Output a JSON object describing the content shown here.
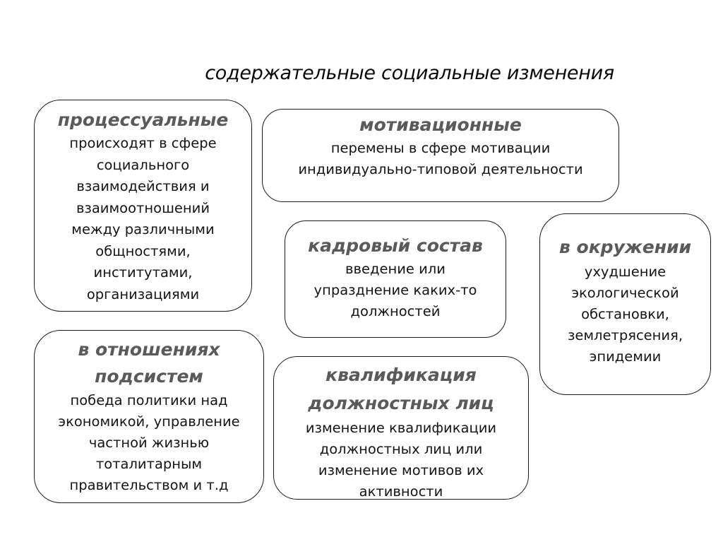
{
  "title": "содержательные социальные изменения",
  "boxes": {
    "process": {
      "heading": "процессуальные",
      "text": "происходят в сфере\nсоциального\nвзаимодействия и\nвзаимоотношений\nмежду различными\nобщностями,\nинститутами,\nорганизациями"
    },
    "motivation": {
      "heading": "мотивационные",
      "text": "перемены в сфере мотивации\nиндивидуально-типовой деятельности"
    },
    "cadre": {
      "heading": "кадровый состав",
      "text": "введение или\nупразднение каких-то\nдолжностей"
    },
    "environment": {
      "heading": "в окружении",
      "text": "ухудшение\nэкологической\nобстановки,\nземлетрясения,\nэпидемии"
    },
    "subsystems": {
      "heading": "в отношениях\nподсистем",
      "text": "победа политики над\nэкономикой, управление\nчастной жизнью\nтоталитарным\nправительством и т.д"
    },
    "qualification": {
      "heading": "квалификация\nдолжностных лиц",
      "text": "изменение квалификации\nдолжностных лиц или\nизменение мотивов их\nактивности"
    }
  },
  "colors": {
    "heading": "#5a5a5a",
    "body": "#151515",
    "border": "#1a1a1a",
    "background": "#ffffff"
  }
}
